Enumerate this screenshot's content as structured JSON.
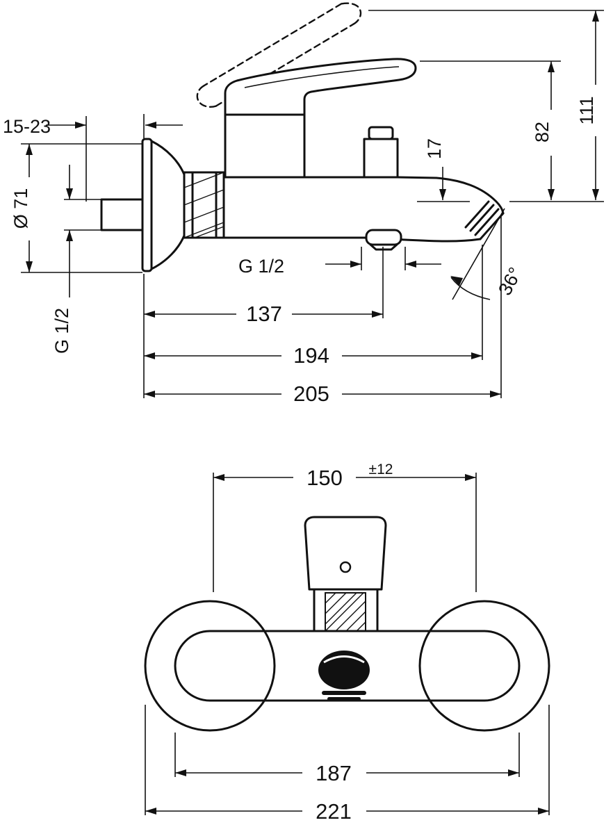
{
  "colors": {
    "line": "#111111",
    "background": "#ffffff"
  },
  "side_view": {
    "labels": {
      "wall_depth": "15-23",
      "escutcheon_diameter": "Ø 71",
      "wall_thread": "G 1/2",
      "outlet_drop": "17",
      "height_to_handle": "82",
      "height_overall": "111",
      "spout_thread": "G 1/2",
      "spout_angle": "36°",
      "spout_reach": "137",
      "length_mid": "194",
      "length_overall": "205"
    }
  },
  "front_view": {
    "labels": {
      "connection_distance": "150",
      "connection_tolerance": "±12",
      "body_width": "187",
      "overall_width": "221"
    }
  }
}
